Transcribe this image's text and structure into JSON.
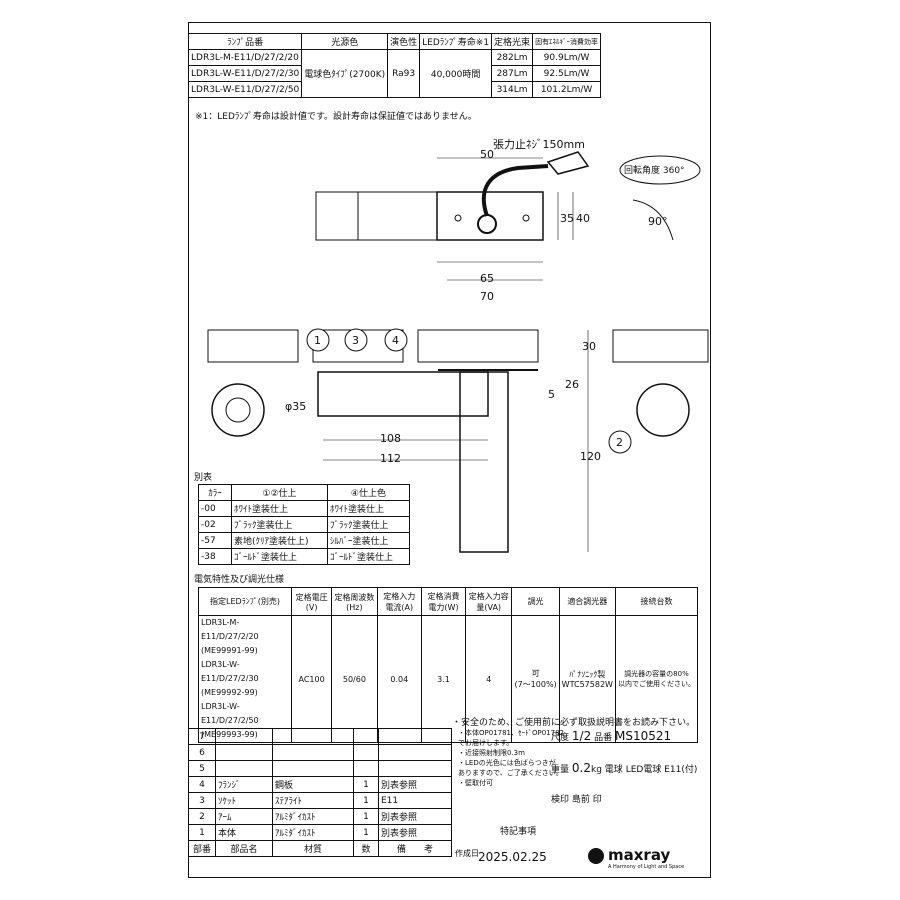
{
  "lamp_table": {
    "headers": [
      "ﾗﾝﾌﾟ品番",
      "光源色",
      "演色性",
      "LEDﾗﾝﾌﾟ寿命※1",
      "定格光束",
      "固有ｴﾈﾙｷﾞｰ消費効率"
    ],
    "rows": [
      {
        "model": "LDR3L-M-E11/D/27/2/20",
        "lumen": "282Lm",
        "eff": "90.9Lm/W"
      },
      {
        "model": "LDR3L-W-E11/D/27/2/30",
        "lumen": "287Lm",
        "eff": "92.5Lm/W"
      },
      {
        "model": "LDR3L-W-E11/D/27/2/50",
        "lumen": "314Lm",
        "eff": "101.2Lm/W"
      }
    ],
    "color": "電球色ﾀｲﾌﾟ(2700K)",
    "cri": "Ra93",
    "life": "40,000時間",
    "footnote": "※1：LEDﾗﾝﾌﾟ寿命は設計値です。設計寿命は保証値ではありません。"
  },
  "dims": {
    "tension": "張力止ﾈｼﾞ150mm",
    "d50": "50",
    "d35": "35",
    "d40": "40",
    "d65": "65",
    "d70": "70",
    "d30": "30",
    "d26": "26",
    "d5": "5",
    "d120": "120",
    "d108": "108",
    "d112": "112",
    "phi35": "φ35",
    "rotation": "回転角度 360°",
    "angle90": "90°"
  },
  "callouts": [
    "1",
    "3",
    "4",
    "2"
  ],
  "variants": {
    "title": "別表",
    "headers": [
      "ｶﾗｰ",
      "①②仕上",
      "④仕上色"
    ],
    "rows": [
      [
        "-00",
        "ﾎﾜｲﾄ塗装仕上",
        "ﾎﾜｲﾄ塗装仕上"
      ],
      [
        "-02",
        "ﾌﾞﾗｯｸ塗装仕上",
        "ﾌﾞﾗｯｸ塗装仕上"
      ],
      [
        "-57",
        "素地(ｸﾘｱ塗装仕上)",
        "ｼﾙﾊﾞｰ塗装仕上"
      ],
      [
        "-38",
        "ｺﾞｰﾙﾄﾞ塗装仕上",
        "ｺﾞｰﾙﾄﾞ塗装仕上"
      ]
    ]
  },
  "electrical": {
    "title": "電気特性及び調光仕様",
    "headers": [
      "指定LEDﾗﾝﾌﾟ(別売)",
      "定格電圧(V)",
      "定格周波数(Hz)",
      "定格入力電流(A)",
      "定格消費電力(W)",
      "定格入力容量(VA)",
      "調光",
      "適合調光器",
      "接続台数"
    ],
    "lamps": [
      "LDR3L-M-E11/D/27/2/20",
      "(ME99991-99)",
      "LDR3L-W-E11/D/27/2/30",
      "(ME99992-99)",
      "LDR3L-W-E11/D/27/2/50",
      "(ME99993-99)"
    ],
    "voltage": "AC100",
    "freq": "50/60",
    "current": "0.04",
    "power": "3.1",
    "va": "4",
    "dimming": [
      "可",
      "(7〜100%)"
    ],
    "dimmer": [
      "ﾊﾟﾅｿﾆｯｸ製",
      "WTC57582W"
    ],
    "units": [
      "調光器の容量の80%",
      "以内でご使用ください。"
    ]
  },
  "safety": "・安全のため、ご使用前に必ず取扱説明書をお読み下さい。",
  "notes": [
    "・本体OP01781、ｾｰﾄﾞOP01782",
    "でお届けします。",
    "・近接照射制限0.3m",
    "・LEDの光色には色ばらつきが",
    "ありますので、ご了承ください。",
    "・壁取付可"
  ],
  "special_label": "特記事項",
  "parts": {
    "empty_rows": [
      "7",
      "6",
      "5"
    ],
    "rows": [
      [
        "4",
        "ﾌﾗﾝｼﾞ",
        "鋼板",
        "1",
        "別表参照"
      ],
      [
        "3",
        "ｿｹｯﾄ",
        "ｽﾃｱﾗｲﾄ",
        "1",
        "E11"
      ],
      [
        "2",
        "ｱｰﾑ",
        "ｱﾙﾐﾀﾞｲｶｽﾄ",
        "1",
        "別表参照"
      ],
      [
        "1",
        "本体",
        "ｱﾙﾐﾀﾞｲｶｽﾄ",
        "1",
        "別表参照"
      ]
    ],
    "headers": [
      "部番",
      "部品名",
      "材質",
      "数",
      "備　　考"
    ]
  },
  "title_block": {
    "scale_label": "尺度",
    "scale": "1/2",
    "part_no_label": "品番",
    "part_no": "MS10521",
    "weight_label": "重量",
    "weight": "0.2",
    "weight_unit": "kg",
    "lamp_label": "電球",
    "lamp": "LED電球 E11(付)",
    "check": "検印",
    "check_name": "島前",
    "seal": "印",
    "date_label": "作成日",
    "date": "2025.02.25",
    "brand": "maxray",
    "tagline": "A Harmony of Light and Space"
  }
}
